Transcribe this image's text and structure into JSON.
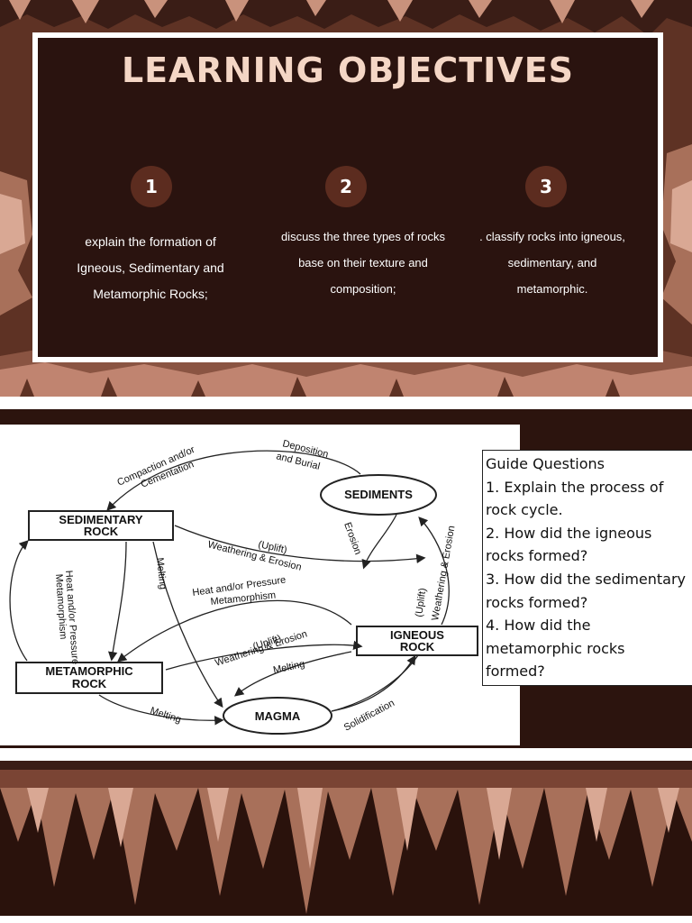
{
  "objectives": {
    "title": "LEARNING OBJECTIVES",
    "items": [
      {
        "number": "1",
        "lines": [
          "explain the formation of",
          "Igneous, Sedimentary and",
          "Metamorphic Rocks;"
        ]
      },
      {
        "number": "2",
        "lines": [
          "discuss the three types of rocks",
          "base on their texture and",
          "composition;"
        ]
      },
      {
        "number": "3",
        "lines": [
          ". classify rocks into igneous,",
          "sedimentary, and",
          "metamorphic."
        ]
      }
    ]
  },
  "rock_cycle": {
    "nodes": {
      "sediments": "SEDIMENTS",
      "sedimentary_1": "SEDIMENTARY",
      "sedimentary_2": "ROCK",
      "metamorphic_1": "METAMORPHIC",
      "metamorphic_2": "ROCK",
      "igneous_1": "IGNEOUS",
      "igneous_2": "ROCK",
      "magma": "MAGMA"
    },
    "edges": {
      "compaction_1": "Compaction and/or",
      "compaction_2": "Cementation",
      "deposition_1": "Deposition",
      "deposition_2": "and Burial",
      "erosion": "Erosion",
      "uplift_a": "(Uplift)",
      "weathering_a": "Weathering & Erosion",
      "heat_a1": "Heat and/or Pressure",
      "heat_a2": "Metamorphism",
      "heat_b1": "Heat and/or Pressure",
      "heat_b2": "Metamorphism",
      "melting_a": "Melting",
      "uplift_b": "(Uplift)",
      "weathering_b": "Weathering & Erosion",
      "uplift_c": "(Uplift)",
      "weathering_c": "Weathering & Erosion",
      "melting_b": "Melting",
      "melting_c": "Melting",
      "solidification": "Solidification"
    }
  },
  "guide": {
    "title": "Guide Questions",
    "lines": [
      "1.   Explain the process of",
      "       rock cycle.",
      "2. How did the igneous",
      "rocks formed?",
      "3. How did the sedimentary",
      "rocks formed?",
      "4. How did the",
      "metamorphic rocks",
      "formed?"
    ]
  },
  "colors": {
    "panel_bg": "#2a130f",
    "title_text": "#f4d6c5",
    "circle_bg": "#5c2c1f",
    "cave_dark": "#3a1d16",
    "cave_light": "#c9927c"
  }
}
